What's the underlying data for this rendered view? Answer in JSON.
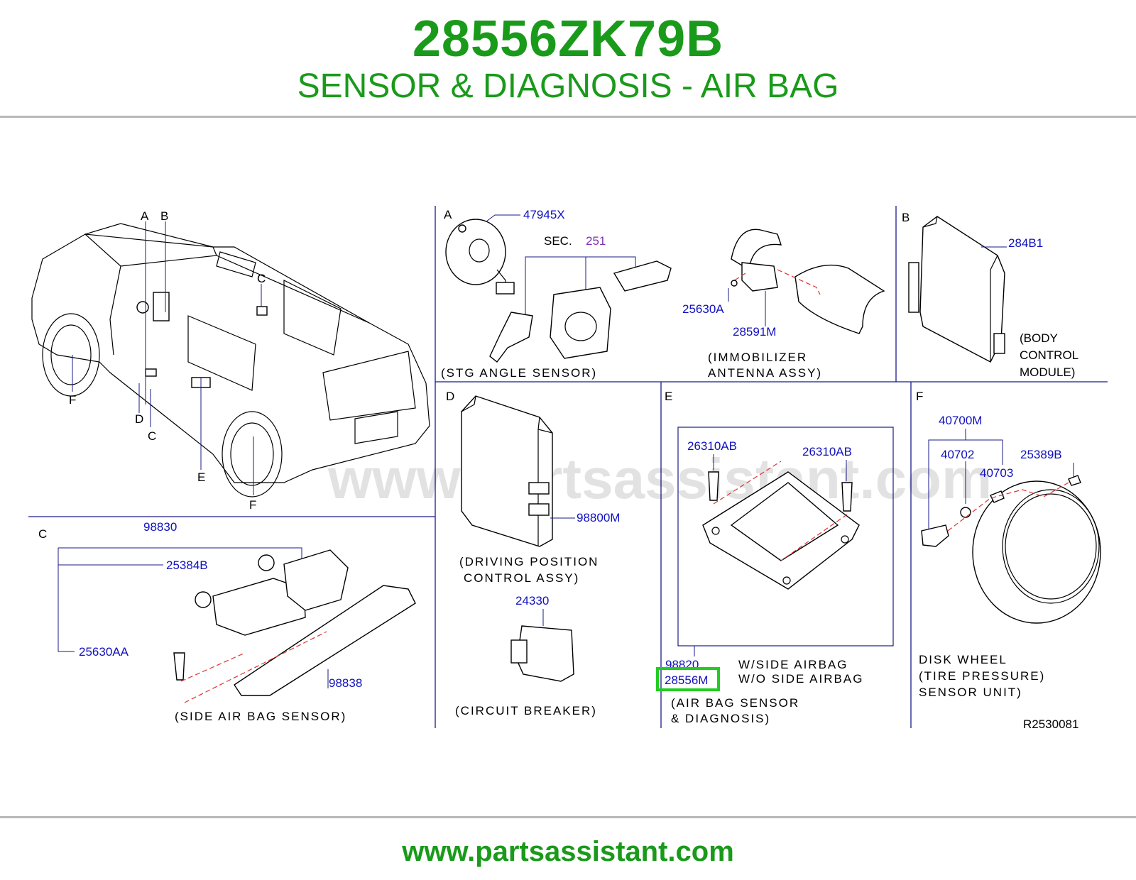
{
  "header": {
    "part_number": "28556ZK79B",
    "subtitle": "SENSOR & DIAGNOSIS - AIR BAG"
  },
  "footer": {
    "url": "www.partsassistant.com"
  },
  "diagram": {
    "watermark": "www.partsassistant.com",
    "reference": "R2530081",
    "vehicle_callouts": [
      "A",
      "B",
      "C",
      "C",
      "D",
      "E",
      "F",
      "F"
    ],
    "section_a": {
      "letter": "A",
      "parts": [
        "47945X",
        "251",
        "25630A",
        "28591M"
      ],
      "sec_prefix": "SEC.",
      "caption_1": "(STG   ANGLE   SENSOR)",
      "caption_2a": "(IMMOBILIZER",
      "caption_2b": "ANTENNA   ASSY)"
    },
    "section_b": {
      "letter": "B",
      "parts": [
        "284B1"
      ],
      "caption_a": "(BODY",
      "caption_b": "CONTROL",
      "caption_c": "MODULE)"
    },
    "section_c": {
      "letter": "C",
      "parts": [
        "98830",
        "25384B",
        "25630AA",
        "98838"
      ],
      "caption": "(SIDE   AIR   BAG   SENSOR)"
    },
    "section_d": {
      "letter": "D",
      "parts": [
        "98800M",
        "24330"
      ],
      "caption_1a": "(DRIVING   POSITION",
      "caption_1b": "CONTROL   ASSY)",
      "caption_2": "(CIRCUIT   BREAKER)"
    },
    "section_e": {
      "letter": "E",
      "parts": [
        "26310AB",
        "26310AB",
        "98820",
        "28556M"
      ],
      "highlighted_part": "28556M",
      "note_1": "W/SIDE   AIRBAG",
      "note_2": "W/O   SIDE   AIRBAG",
      "caption_a": "(AIR   BAG   SENSOR",
      "caption_b": "&   DIAGNOSIS)"
    },
    "section_f": {
      "letter": "F",
      "parts": [
        "40700M",
        "40702",
        "40703",
        "25389B"
      ],
      "caption_a": "DISK   WHEEL",
      "caption_b": "(TIRE   PRESSURE)",
      "caption_c": "SENSOR   UNIT)"
    }
  },
  "colors": {
    "title_green": "#1a9a1a",
    "part_number_blue": "#1010c0",
    "section_ref_purple": "#7a2fb0",
    "highlight_green": "#22cc22",
    "leader_red_dashed": "#dd3333"
  }
}
